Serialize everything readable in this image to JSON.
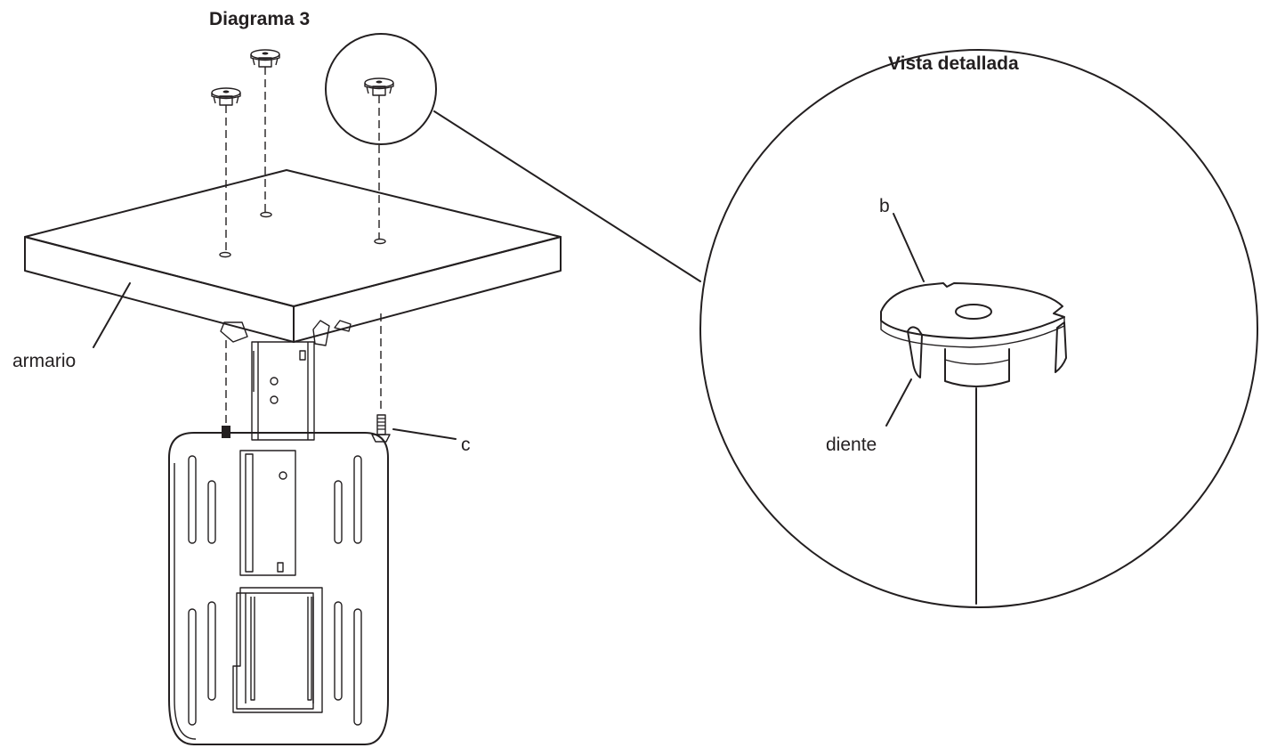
{
  "diagram": {
    "title": "Diagrama 3",
    "detail_title": "Vista detallada",
    "labels": {
      "cabinet": "armario",
      "screw": "c",
      "clip": "b",
      "tooth": "diente"
    }
  },
  "colors": {
    "line": "#231f20",
    "background": "#ffffff"
  }
}
